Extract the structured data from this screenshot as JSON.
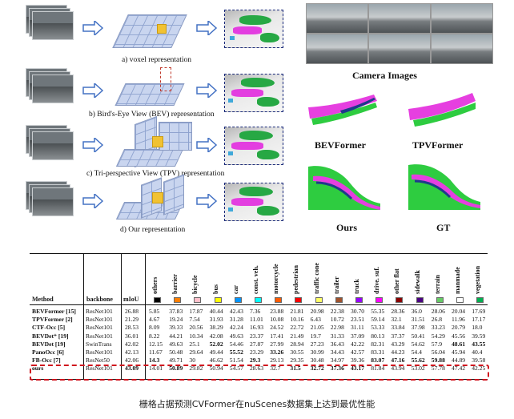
{
  "figure": {
    "captions": [
      "a) voxel representation",
      "b) Bird's-Eye View (BEV) representation",
      "c) Tri-perspective View (TPV) representation",
      "d) Our representation"
    ],
    "right_labels": {
      "camera": "Camera  Images",
      "bevformer": "BEVFormer",
      "tpvformer": "TPVFormer",
      "ours": "Ours",
      "gt": "GT"
    }
  },
  "table": {
    "method_header": "Method",
    "backbone_header": "backbone",
    "miou_header": "mIoU",
    "classes": [
      {
        "name": "others",
        "color": "#000000"
      },
      {
        "name": "barrier",
        "color": "#ff7f00"
      },
      {
        "name": "bicycle",
        "color": "#ffc0cb"
      },
      {
        "name": "bus",
        "color": "#ffff00"
      },
      {
        "name": "car",
        "color": "#0096ff"
      },
      {
        "name": "const. veh.",
        "color": "#00ffff"
      },
      {
        "name": "motorcycle",
        "color": "#ff5a00"
      },
      {
        "name": "pedestrian",
        "color": "#ff0000"
      },
      {
        "name": "traffic cone",
        "color": "#ffff64"
      },
      {
        "name": "trailer",
        "color": "#a0522d"
      },
      {
        "name": "truck",
        "color": "#9900ff"
      },
      {
        "name": "drive. suf.",
        "color": "#ff00ff"
      },
      {
        "name": "other flat",
        "color": "#8b0000"
      },
      {
        "name": "sidewalk",
        "color": "#4b0082"
      },
      {
        "name": "terrain",
        "color": "#66cc66"
      },
      {
        "name": "manmade",
        "color": "#ffffff"
      },
      {
        "name": "vegetation",
        "color": "#00b050"
      }
    ],
    "rows": [
      {
        "method": "BEVFormer [15]",
        "backbone": "ResNet101",
        "miou": "26.88",
        "values": [
          "5.85",
          "37.83",
          "17.87",
          "40.44",
          "42.43",
          "7.36",
          "23.88",
          "21.81",
          "20.98",
          "22.38",
          "30.70",
          "55.35",
          "28.36",
          "36.0",
          "28.06",
          "20.04",
          "17.69"
        ],
        "bold": []
      },
      {
        "method": "TPVFormer [2]",
        "backbone": "ResNet101",
        "miou": "21.29",
        "values": [
          "4.67",
          "19.24",
          "7.54",
          "31.93",
          "31.28",
          "11.01",
          "10.08",
          "10.16",
          "6.43",
          "10.72",
          "23.51",
          "59.14",
          "32.1",
          "31.51",
          "26.8",
          "11.96",
          "17.17"
        ],
        "bold": []
      },
      {
        "method": "CTF-Occ [5]",
        "backbone": "ResNet101",
        "miou": "28.53",
        "values": [
          "8.09",
          "39.33",
          "20.56",
          "38.29",
          "42.24",
          "16.93",
          "24.52",
          "22.72",
          "21.05",
          "22.98",
          "31.11",
          "53.33",
          "33.84",
          "37.98",
          "33.23",
          "20.79",
          "18.0"
        ],
        "bold": []
      },
      {
        "method": "BEVDet⁺ [19]",
        "backbone": "ResNet101",
        "miou": "36.01",
        "values": [
          "8.22",
          "44.21",
          "10.34",
          "42.08",
          "49.63",
          "23.37",
          "17.41",
          "21.49",
          "19.7",
          "31.33",
          "37.09",
          "80.13",
          "37.37",
          "50.41",
          "54.29",
          "45.56",
          "39.59"
        ],
        "bold": []
      },
      {
        "method": "BEVDet [19]",
        "backbone": "SwinTrans",
        "miou": "42.02",
        "values": [
          "12.15",
          "49.63",
          "25.1",
          "52.02",
          "54.46",
          "27.87",
          "27.99",
          "28.94",
          "27.23",
          "36.43",
          "42.22",
          "82.31",
          "43.29",
          "54.62",
          "57.9",
          "48.61",
          "43.55"
        ],
        "bold": [
          3,
          15,
          16
        ]
      },
      {
        "method": "PanoOcc [6]",
        "backbone": "ResNet101",
        "miou": "42.13",
        "values": [
          "11.67",
          "50.48",
          "29.64",
          "49.44",
          "55.52",
          "23.29",
          "33.26",
          "30.55",
          "30.99",
          "34.43",
          "42.57",
          "83.31",
          "44.23",
          "54.4",
          "56.04",
          "45.94",
          "40.4"
        ],
        "bold": [
          4,
          6
        ]
      },
      {
        "method": "FB-Occ [7]",
        "backbone": "ResNet50",
        "miou": "42.06",
        "values": [
          "14.3",
          "49.71",
          "30",
          "46.62",
          "51.54",
          "29.3",
          "29.13",
          "29.35",
          "30.48",
          "34.97",
          "39.36",
          "83.07",
          "47.16",
          "55.62",
          "59.88",
          "44.89",
          "39.58"
        ],
        "bold": [
          0,
          5,
          11,
          12,
          13,
          14
        ]
      },
      {
        "method": "ours",
        "backbone": "ResNet101",
        "miou": "43.09",
        "values": [
          "14.01",
          "50.89",
          "29.82",
          "50.94",
          "54.57",
          "28.63",
          "32.7",
          "31.5",
          "32.72",
          "37.36",
          "43.17",
          "81.84",
          "43.94",
          "53.02",
          "57.78",
          "47.42",
          "42.25"
        ],
        "bold": [
          1,
          7,
          8,
          9,
          10
        ]
      }
    ]
  },
  "footer_caption": "栅格占据预测CVFormer在nuScenes数据集上达到最优性能"
}
